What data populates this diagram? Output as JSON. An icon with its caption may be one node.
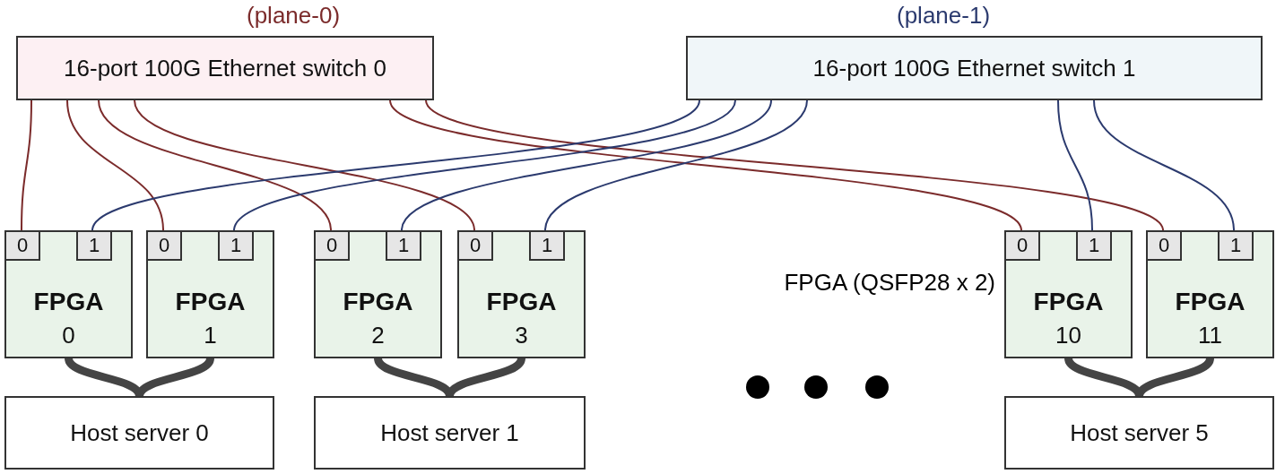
{
  "diagram": {
    "nodes": [
      {
        "text": [
          "16-port 100G Ethernet switch 0"
        ],
        "beside": [
          "(plane-0)"
        ]
      },
      {
        "text": [
          "16-port 100G Ethernet switch 1"
        ],
        "beside": [
          "(plane-1)"
        ]
      },
      {
        "text": [
          "FPGA",
          "0"
        ]
      },
      {
        "text": [
          "0"
        ],
        "in": 2
      },
      {
        "text": [
          "1"
        ],
        "in": 2
      },
      {
        "text": [
          "FPGA",
          "1"
        ]
      },
      {
        "text": [
          "0"
        ],
        "in": 5
      },
      {
        "text": [
          "1"
        ],
        "in": 5
      },
      {
        "text": [
          "FPGA",
          "2"
        ]
      },
      {
        "text": [
          "0"
        ],
        "in": 8
      },
      {
        "text": [
          "1"
        ],
        "in": 8
      },
      {
        "text": [
          "FPGA",
          "3"
        ]
      },
      {
        "text": [
          "0"
        ],
        "in": 11
      },
      {
        "text": [
          "1"
        ],
        "in": 11
      },
      {
        "text": [
          "FPGA",
          "10"
        ]
      },
      {
        "text": [
          "0"
        ],
        "in": 14
      },
      {
        "text": [
          "1"
        ],
        "in": 14
      },
      {
        "text": [
          "FPGA",
          "11"
        ]
      },
      {
        "text": [
          "0"
        ],
        "in": 17
      },
      {
        "text": [
          "1"
        ],
        "in": 17
      },
      {
        "text": [
          "Host server 0"
        ]
      },
      {
        "text": [
          "Host server 1"
        ]
      },
      {
        "text": [
          "Host server 5"
        ]
      }
    ],
    "edges": [
      {
        "from": 0,
        "to": 3,
        "arrow": "none",
        "color": "#7b2b2b"
      },
      {
        "from": 0,
        "to": 6,
        "arrow": "none",
        "color": "#7b2b2b"
      },
      {
        "from": 0,
        "to": 9,
        "arrow": "none",
        "color": "#7b2b2b"
      },
      {
        "from": 0,
        "to": 12,
        "arrow": "none",
        "color": "#7b2b2b"
      },
      {
        "from": 0,
        "to": 15,
        "arrow": "none",
        "color": "#7b2b2b"
      },
      {
        "from": 0,
        "to": 18,
        "arrow": "none",
        "color": "#7b2b2b"
      },
      {
        "from": 1,
        "to": 4,
        "arrow": "none",
        "color": "#2b3a6e"
      },
      {
        "from": 1,
        "to": 7,
        "arrow": "none",
        "color": "#2b3a6e"
      },
      {
        "from": 1,
        "to": 10,
        "arrow": "none",
        "color": "#2b3a6e"
      },
      {
        "from": 1,
        "to": 13,
        "arrow": "none",
        "color": "#2b3a6e"
      },
      {
        "from": 1,
        "to": 16,
        "arrow": "none",
        "color": "#2b3a6e"
      },
      {
        "from": 1,
        "to": 19,
        "arrow": "none",
        "color": "#2b3a6e"
      },
      {
        "from": 2,
        "to": 20,
        "arrow": "none",
        "style": "thick",
        "color": "#444444"
      },
      {
        "from": 5,
        "to": 20,
        "arrow": "none",
        "style": "thick",
        "color": "#444444"
      },
      {
        "from": 8,
        "to": 21,
        "arrow": "none",
        "style": "thick",
        "color": "#444444"
      },
      {
        "from": 11,
        "to": 21,
        "arrow": "none",
        "style": "thick",
        "color": "#444444"
      },
      {
        "from": 14,
        "to": 22,
        "arrow": "none",
        "style": "thick",
        "color": "#444444"
      },
      {
        "from": 17,
        "to": 22,
        "arrow": "none",
        "style": "thick",
        "color": "#444444"
      }
    ],
    "labels": [
      "FPGA (QSFP28 x 2)"
    ]
  }
}
